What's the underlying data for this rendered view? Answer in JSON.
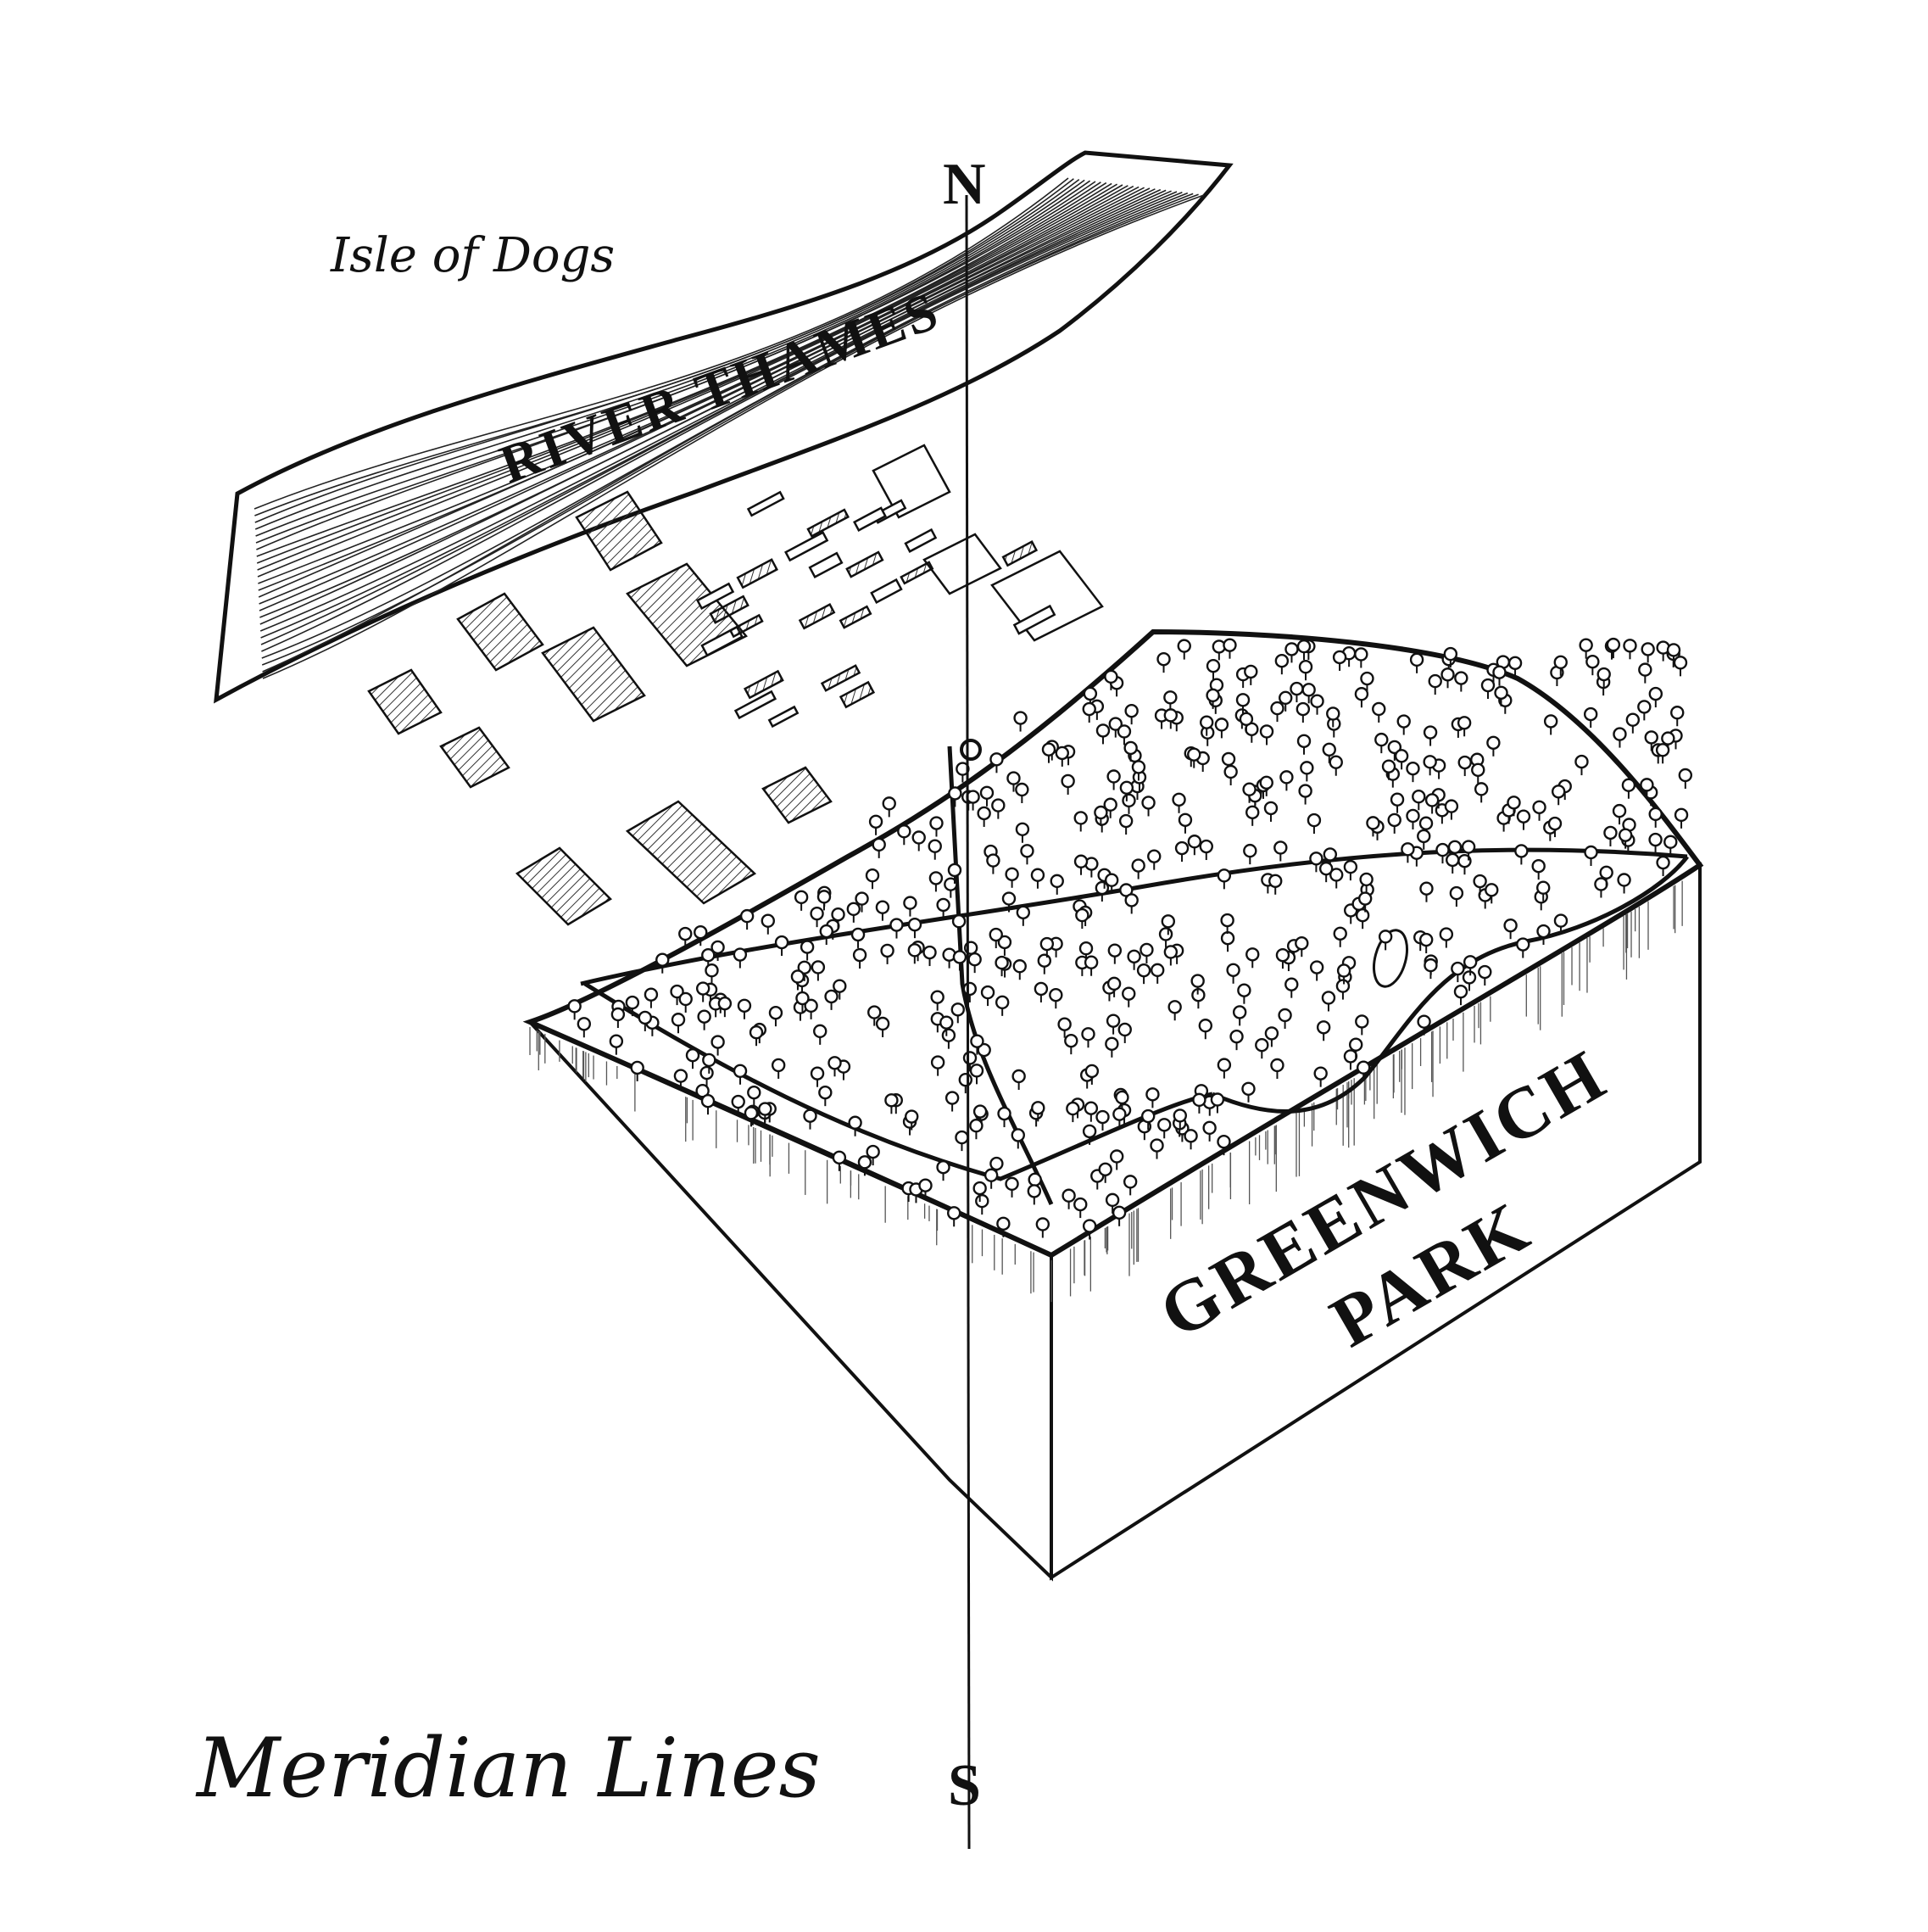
{
  "map": {
    "title": "Meridian Lines",
    "compass": {
      "north": "N",
      "south": "S"
    },
    "labels": {
      "isle_of_dogs": "Isle of Dogs",
      "river": "RIVER THAMES",
      "park_line1": "GREENWICH",
      "park_line2": "PARK"
    },
    "style": {
      "ink": "#111111",
      "paper": "#ffffff"
    }
  }
}
